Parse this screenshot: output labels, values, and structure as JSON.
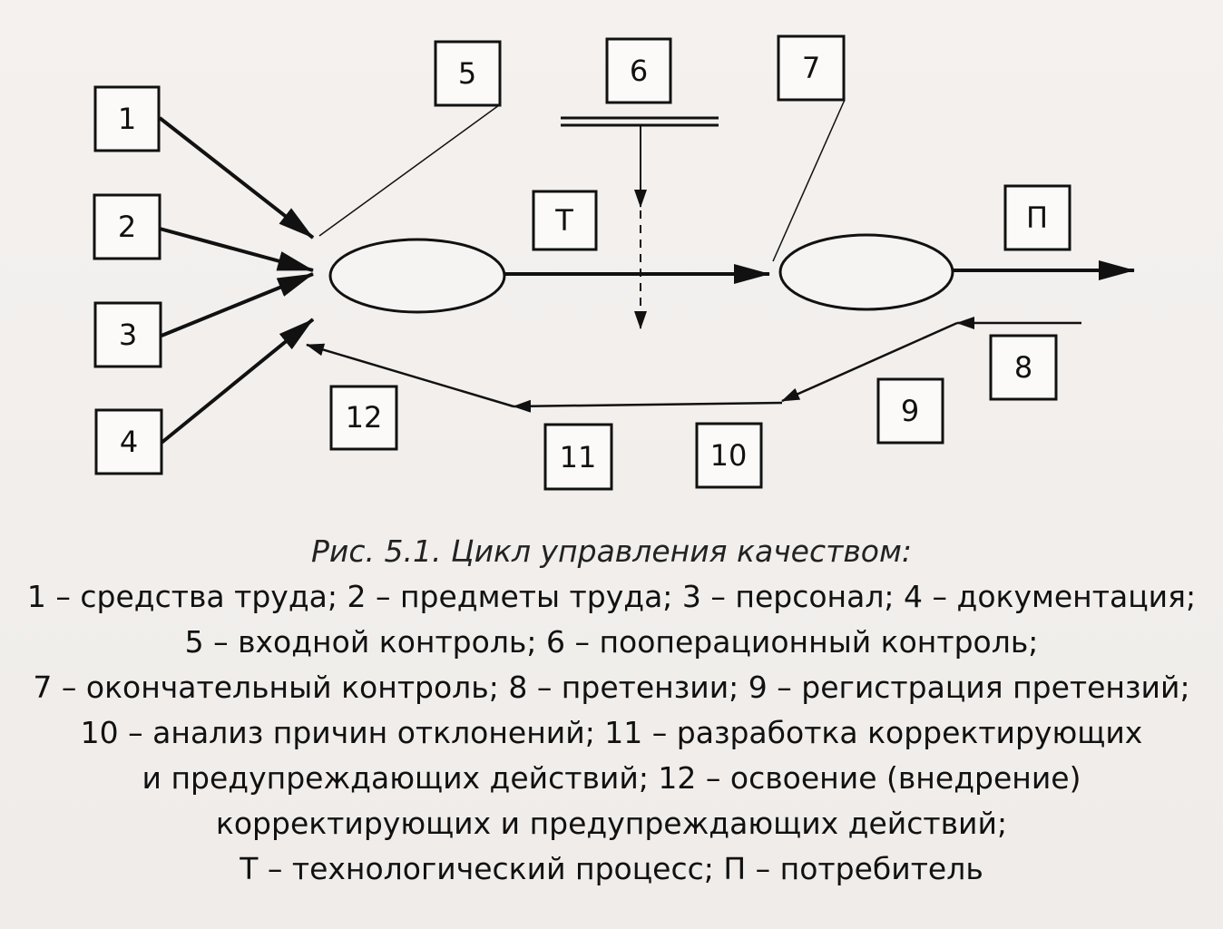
{
  "diagram": {
    "nodes": {
      "n1": "1",
      "n2": "2",
      "n3": "3",
      "n4": "4",
      "n5": "5",
      "n6": "6",
      "n7": "7",
      "n8": "8",
      "n9": "9",
      "n10": "10",
      "n11": "11",
      "n12": "12",
      "t": "Т",
      "p": "П"
    }
  },
  "caption": {
    "title": "Рис. 5.1. Цикл управления качеством:",
    "lines": [
      "1 – средства труда; 2 – предметы труда; 3 – персонал; 4 – документация;",
      "5 – входной контроль; 6 – пооперационный контроль;",
      "7 – окончательный контроль; 8 – претензии; 9 – регистрация претензий;",
      "10 – анализ причин отклонений; 11 – разработка корректирующих",
      "и предупреждающих действий; 12 – освоение (внедрение)",
      "корректирующих и предупреждающих действий;",
      "Т – технологический процесс; П – потребитель"
    ]
  }
}
